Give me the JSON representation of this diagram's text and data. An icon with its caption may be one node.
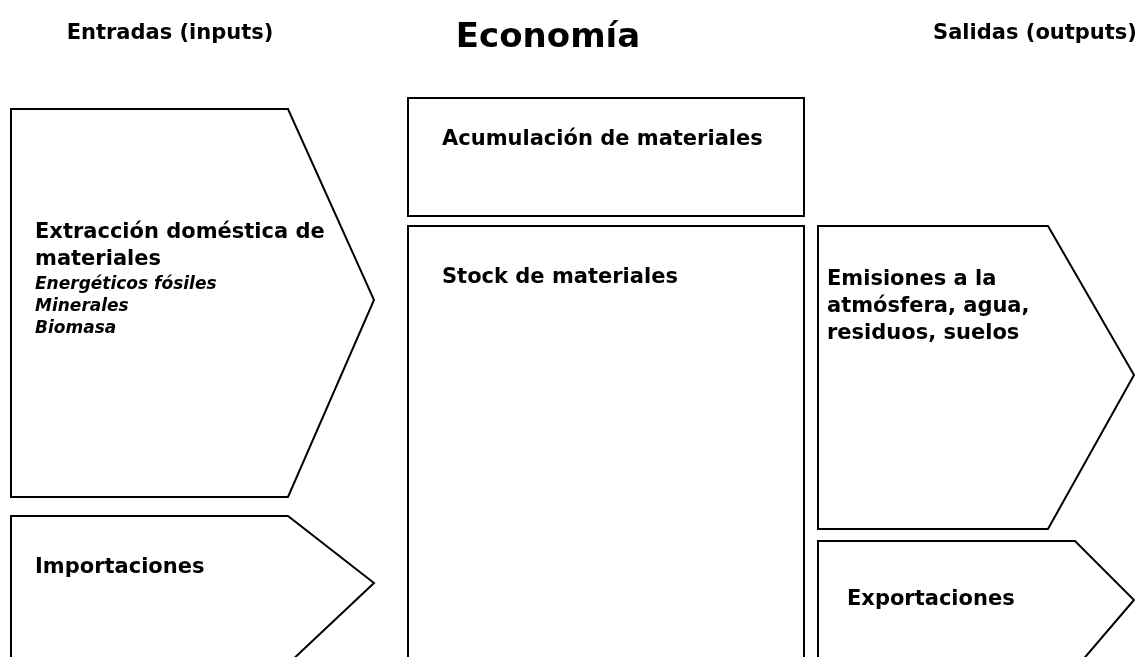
{
  "diagram": {
    "title": "Economía",
    "nodes": [
      {
        "text": [
          "Extracción doméstica de materiales",
          "Energéticos fósiles",
          "Minerales",
          "Biomasa"
        ]
      },
      {
        "text": [
          "Importaciones"
        ]
      },
      {
        "text": [
          "Acumulación de materiales"
        ]
      },
      {
        "text": [
          "Stock de materiales"
        ]
      },
      {
        "text": [
          "Emisiones a la atmósfera, agua, residuos, suelos"
        ]
      },
      {
        "text": [
          "Exportaciones"
        ]
      }
    ],
    "labels": [
      "Entradas (inputs)",
      "Salidas (outputs)"
    ]
  }
}
